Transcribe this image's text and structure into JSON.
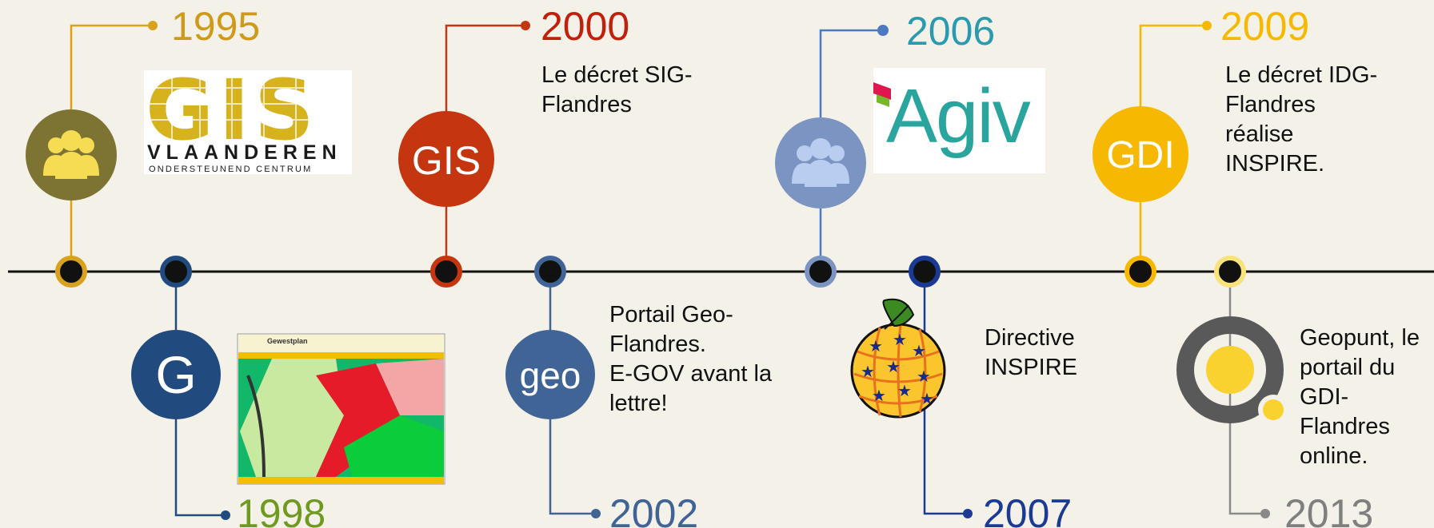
{
  "colors": {
    "background": "#f3f1e8",
    "axis": "#111111",
    "olive": "#7d7333",
    "gold_line": "#d9a21c",
    "red": "#c5350f",
    "navy": "#214b7e",
    "steel_blue": "#3f6495",
    "periwinkle": "#7b94c2",
    "deep_blue": "#1a3a94",
    "amber": "#f6b800",
    "gray": "#595959",
    "yellow": "#f9d230",
    "green_year": "#6f9a1f"
  },
  "events": [
    {
      "year": "1995",
      "year_color": "#d09a19",
      "icon": "people-icon",
      "circle_color": "#7d7333",
      "logo": "gis-vlaanderen-logo",
      "logo_text": "VLAANDEREN",
      "logo_subtext": "ONDERSTEUNEND CENTRUM"
    },
    {
      "year": "1998",
      "year_color": "#6f9a1f",
      "circle_text": "G",
      "circle_color": "#214b7e",
      "image": "gewestplan-map-image",
      "image_title": "Gewestplan"
    },
    {
      "year": "2000",
      "year_color": "#c0200c",
      "circle_text": "GIS",
      "circle_color": "#c5350f",
      "description": [
        "Le décret SIG-",
        "Flandres"
      ]
    },
    {
      "year": "2002",
      "year_color": "#3f6495",
      "circle_text": "geo",
      "circle_color": "#3f6495",
      "description": [
        "Portail Geo-",
        "Flandres.",
        "E-GOV avant la",
        "lettre!"
      ]
    },
    {
      "year": "2006",
      "year_color": "#2a9ab0",
      "icon": "people-icon",
      "circle_color": "#7b94c2",
      "logo": "agiv-logo",
      "logo_text": "Agiv"
    },
    {
      "year": "2007",
      "year_color": "#1a3a94",
      "icon": "inspire-globe-icon",
      "description": [
        "Directive",
        "INSPIRE"
      ]
    },
    {
      "year": "2009",
      "year_color": "#f6b800",
      "circle_text": "GDI",
      "circle_color": "#f6b800",
      "description": [
        "Le décret IDG-",
        "Flandres",
        "réalise",
        "INSPIRE."
      ]
    },
    {
      "year": "2013",
      "year_color": "#7f7f7f",
      "icon": "geopunt-ring-icon",
      "description": [
        "Geopunt, le",
        "portail du",
        "GDI-",
        "Flandres",
        "online."
      ]
    }
  ]
}
